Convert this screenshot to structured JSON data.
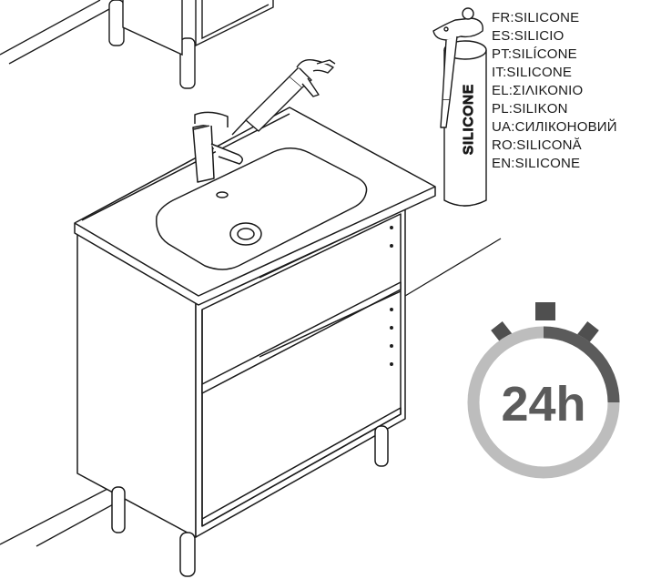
{
  "tube_label": "SILICONE",
  "translations": [
    "FR:SILICONE",
    "ES:SILICIO",
    "PT:SILÍCONE",
    "IT:SILICONE",
    "EL:ΣΙΛΙΚΟΝΙΟ",
    "PL:SILIKON",
    "UA:СИЛІКОНОВИЙ",
    "RO:SILICONĂ",
    "EN:SILICONE"
  ],
  "timer": {
    "label": "24h",
    "ring_color": "#bdbdbd",
    "active_color": "#5b5b5b"
  },
  "colors": {
    "line": "#1a1a1a",
    "fill": "#ffffff"
  }
}
